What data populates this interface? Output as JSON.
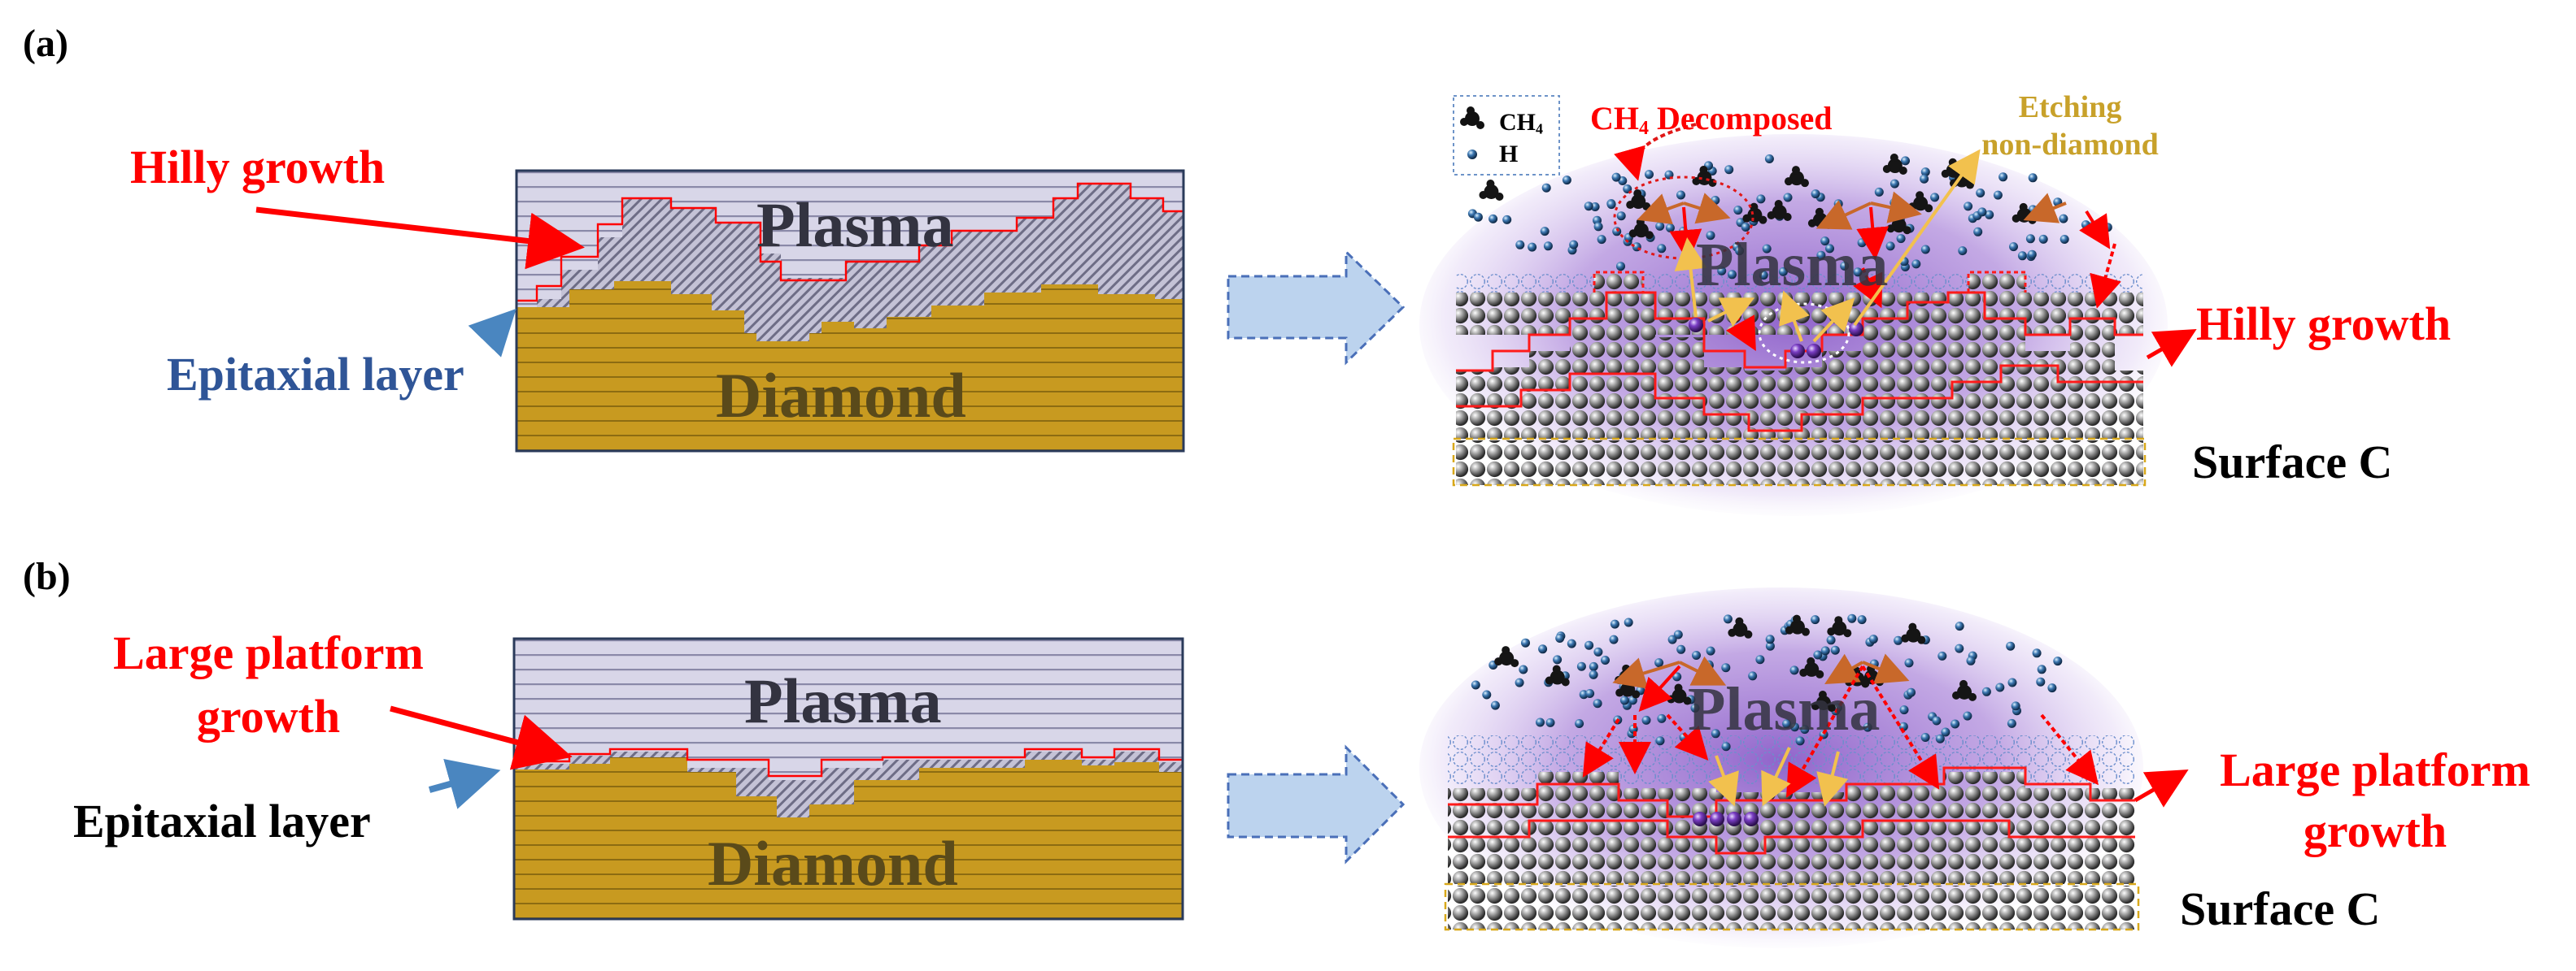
{
  "panels": [
    {
      "tag": "(a)",
      "left_pointer": "Hilly growth",
      "epitaxial_label": "Epitaxial layer",
      "plasma_label": "Plasma",
      "diamond_label": "Diamond",
      "right_plasma_label": "Plasma",
      "right_growth_label": "Hilly growth",
      "surface_label": "Surface C",
      "legend": {
        "ch4": "CH",
        "ch4_sub": "4",
        "h": "H"
      },
      "decomposed_label": "CH",
      "decomposed_sub": "4",
      "decomposed_rest": " Decomposed",
      "etching_line1": "Etching",
      "etching_line2": "non-diamond"
    },
    {
      "tag": "(b)",
      "left_pointer_line1": "Large platform",
      "left_pointer_line2": "growth",
      "epitaxial_label": "Epitaxial layer",
      "plasma_label": "Plasma",
      "diamond_label": "Diamond",
      "right_plasma_label": "Plasma",
      "right_growth_line1": "Large platform",
      "right_growth_line2": "growth",
      "surface_label": "Surface C"
    }
  ],
  "colors": {
    "plasma_fill": "#d8d6e8",
    "stripe": "#8a89a8",
    "diamond_fill": "#c89a20",
    "epi_hatch": "#7a7a90",
    "arrow_fill": "#bcd3ee",
    "glow": "#9b6fd0",
    "growth_red": "#ff0000",
    "arrow_brown": "#c8682a",
    "arrow_yellow": "#f2c14e"
  }
}
